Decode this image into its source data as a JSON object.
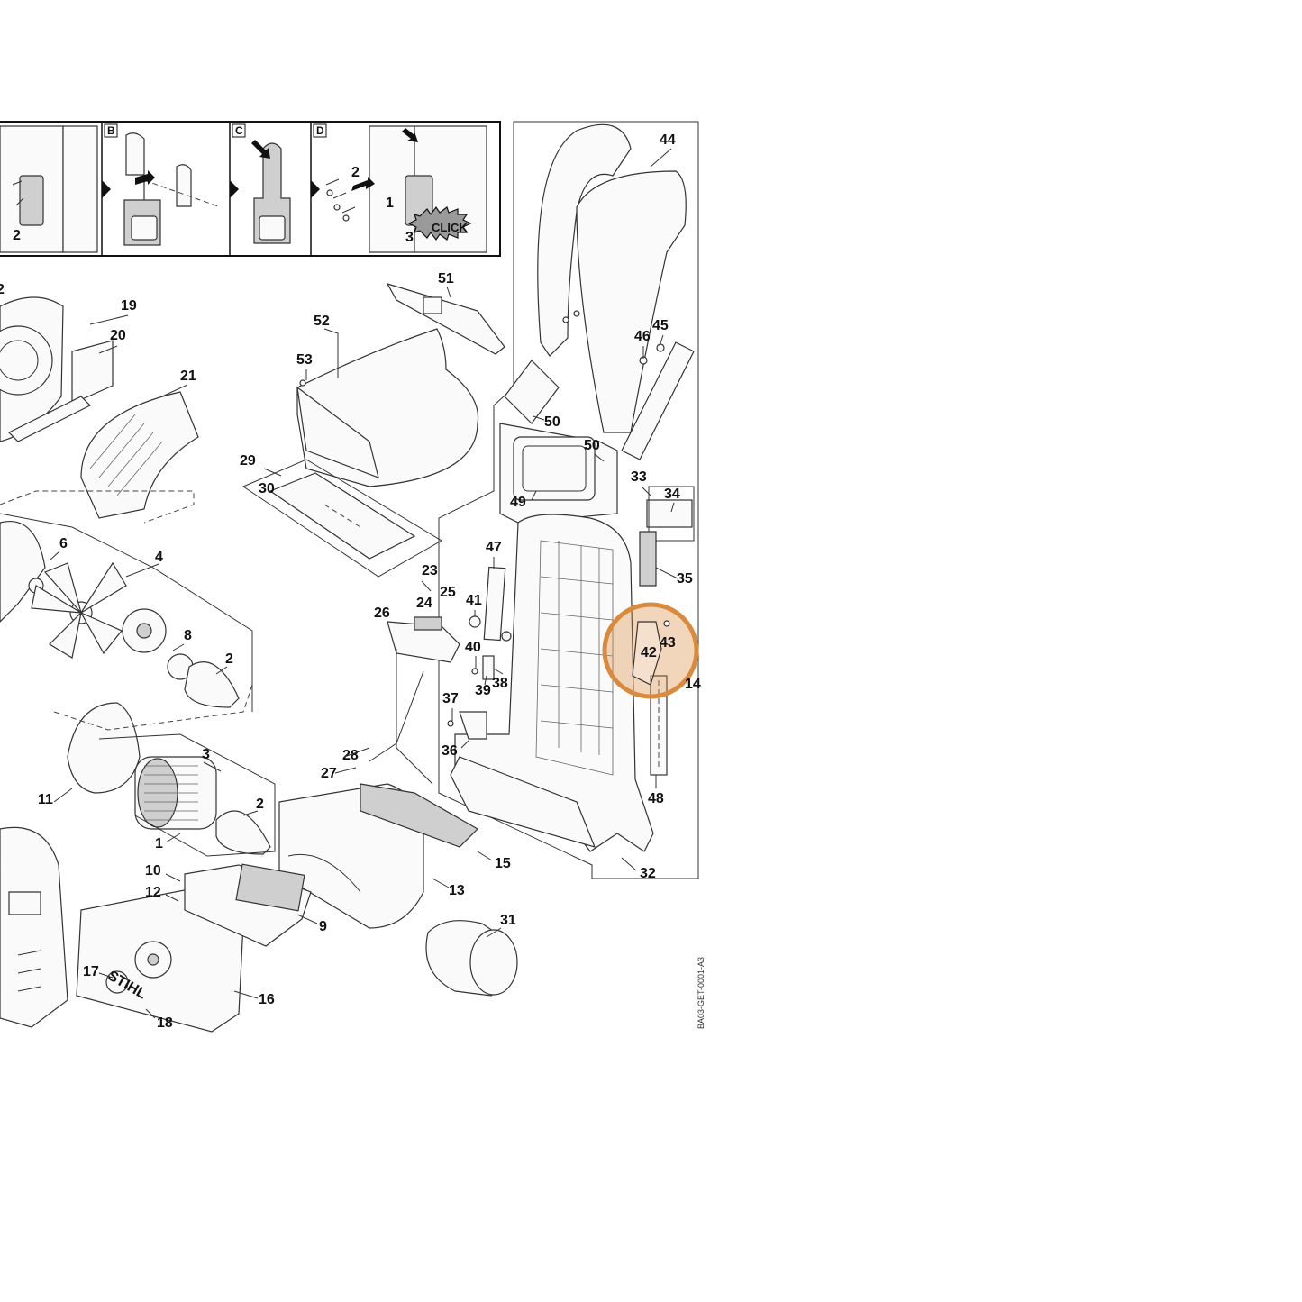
{
  "inset": {
    "panels": [
      {
        "letter": "B"
      },
      {
        "letter": "C"
      },
      {
        "letter": "D"
      }
    ],
    "step_numbers": [
      "2",
      "2",
      "1",
      "3"
    ],
    "click_badge": "CLICK"
  },
  "labels": {
    "p1": "1",
    "p2a": "2",
    "p2b": "2",
    "p3": "3",
    "p4": "4",
    "p6": "6",
    "p8": "8",
    "p9": "9",
    "p10": "10",
    "p11": "11",
    "p12": "12",
    "p13": "13",
    "p14": "14",
    "p15": "15",
    "p16": "16",
    "p17": "17",
    "p18": "18",
    "p19": "19",
    "p20": "20",
    "p21": "21",
    "p22": "2",
    "p23": "23",
    "p24": "24",
    "p25": "25",
    "p26": "26",
    "p27": "27",
    "p28": "28",
    "p29": "29",
    "p30": "30",
    "p31": "31",
    "p32": "32",
    "p33": "33",
    "p34": "34",
    "p35": "35",
    "p36": "36",
    "p37": "37",
    "p38": "38",
    "p39": "39",
    "p40": "40",
    "p41": "41",
    "p42": "42",
    "p43": "43",
    "p44": "44",
    "p45": "45",
    "p46": "46",
    "p47": "47",
    "p48": "48",
    "p49": "49",
    "p50a": "50",
    "p50b": "50",
    "p51": "51",
    "p52": "52",
    "p53": "53"
  },
  "stamp": "STIHL",
  "document_id": "BA03-GET-0001-A3",
  "highlight": {
    "color": "#d98a3c",
    "parts": [
      "42",
      "43"
    ]
  }
}
